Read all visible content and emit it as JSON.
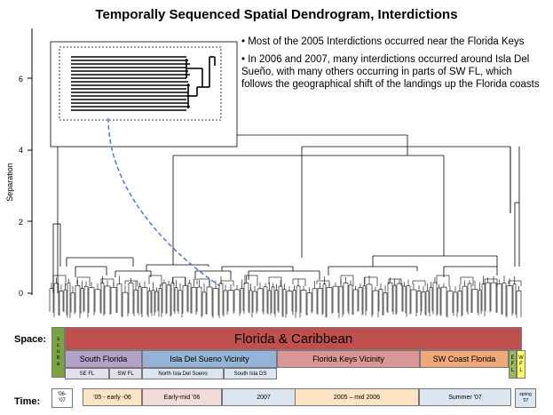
{
  "title": "Temporally Sequenced Spatial Dendrogram, Interdictions",
  "axis": {
    "ylabel": "Separation",
    "ticks": [
      "0",
      "2",
      "4",
      "6"
    ]
  },
  "notes": [
    "•  Most of the 2005 Interdictions occurred near the Florida Keys",
    "•  In 2006 and 2007, many interdictions occurred around Isla Del Sueño, with many others occurring in parts of SW FL, which follows the geographical shift of the landings up the Florida coasts"
  ],
  "space": {
    "label": "Space:",
    "scuba": [
      "s",
      "c",
      "u",
      "b",
      "a"
    ],
    "top": "Florida & Caribbean",
    "regions": [
      "South Florida",
      "Isla Del Sueno Vicinity",
      "Florida Keys Vicinity",
      "SW Coast Florida"
    ],
    "efl": [
      "E",
      "F",
      "L"
    ],
    "wfl": [
      "W",
      "F",
      "L"
    ],
    "subregions": [
      "SE FL",
      "SW FL",
      "North Isla Del Sueno",
      "South Isla DS"
    ]
  },
  "time": {
    "label": "Time:",
    "periods": [
      "'06-\n'07",
      "'05 -  early -06",
      "Early-mid '06",
      "2007",
      "2005 – mid 2006",
      "Summer '07",
      "spring\n'07"
    ]
  },
  "colors": {
    "florida_caribbean": "#c0504d",
    "scuba": "#77a341",
    "south_florida": "#b2a2c7",
    "isla_del_sueno": "#95b3d7",
    "florida_keys": "#d99694",
    "sw_coast": "#f0a878",
    "efl": "#9bbb59",
    "wfl": "#ffff66",
    "leader_line": "#4a7bd0"
  }
}
